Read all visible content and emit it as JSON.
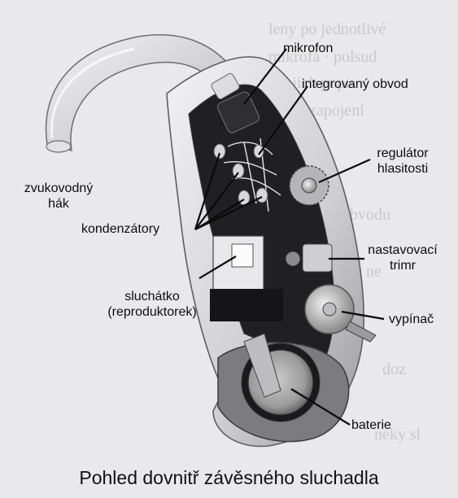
{
  "labels": {
    "mikrofon": "mikrofon",
    "integrovany_obvod": "integrovaný obvod",
    "regulator_line1": "regulátor",
    "regulator_line2": "hlasitosti",
    "zvukovodny_line1": "zvukovodný",
    "zvukovodny_line2": "hák",
    "kondenzatory": "kondenzátory",
    "nastavovaci_line1": "nastavovací",
    "nastavovaci_line2": "trimr",
    "sluchatko_line1": "sluchátko",
    "sluchatko_line2": "(reproduktorek)",
    "vypinac": "vypínač",
    "baterie": "baterie"
  },
  "caption": "Pohled dovnitř závěsného sluchadla",
  "background_text_lines": [
    "leny po jednotlivé...",
    "mikrofa - ...",
    "jejich popis...",
    "obvodu...",
    "...",
    "zapojení..."
  ],
  "colors": {
    "page": "#e9e9ec",
    "device_shell": "#d9d9dc",
    "dark_parts": "#1a1a1a",
    "leader_lines": "#0a0a0a"
  }
}
